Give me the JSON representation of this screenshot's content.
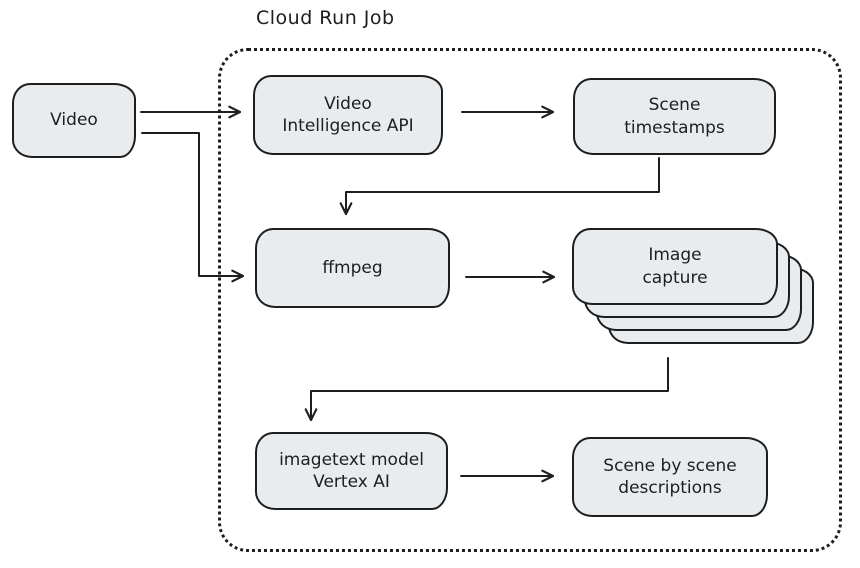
{
  "colors": {
    "stroke": "#1e1e1e",
    "node_fill": "#e9ecef",
    "background": "#ffffff"
  },
  "container": {
    "label": "Cloud Run Job"
  },
  "nodes": [
    {
      "id": "video",
      "label": "Video"
    },
    {
      "id": "video-intelligence-api",
      "label": "Video\nIntelligence API"
    },
    {
      "id": "scene-timestamps",
      "label": "Scene\ntimestamps"
    },
    {
      "id": "ffmpeg",
      "label": "ffmpeg"
    },
    {
      "id": "image-capture",
      "label": "Image\ncapture",
      "stack_count": 4
    },
    {
      "id": "imagetext-model",
      "label": "imagetext model\nVertex AI"
    },
    {
      "id": "scene-descriptions",
      "label": "Scene by scene\ndescriptions"
    }
  ],
  "edges": [
    {
      "from": "video",
      "to": "video-intelligence-api"
    },
    {
      "from": "video",
      "to": "ffmpeg"
    },
    {
      "from": "video-intelligence-api",
      "to": "scene-timestamps"
    },
    {
      "from": "scene-timestamps",
      "to": "ffmpeg"
    },
    {
      "from": "ffmpeg",
      "to": "image-capture"
    },
    {
      "from": "image-capture",
      "to": "imagetext-model"
    },
    {
      "from": "imagetext-model",
      "to": "scene-descriptions"
    }
  ]
}
